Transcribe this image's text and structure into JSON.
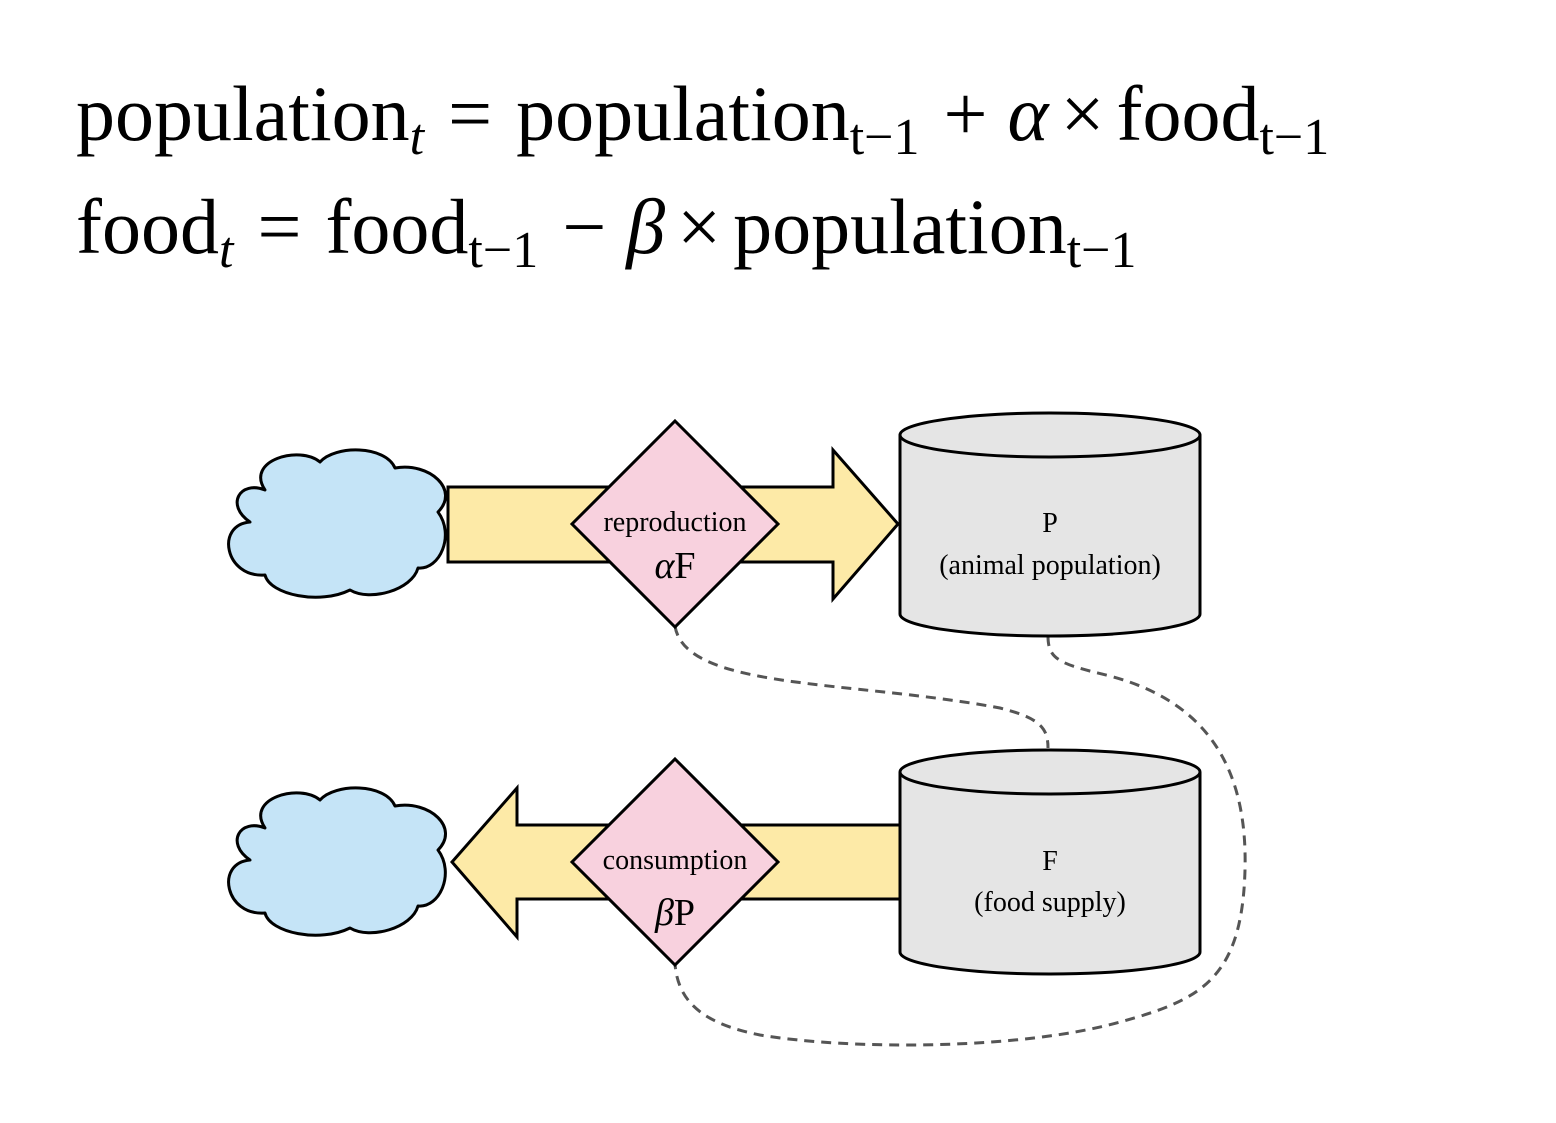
{
  "equations": {
    "eq1": {
      "lhs_var": "population",
      "lhs_sub": "t",
      "equals": "=",
      "rhs_var1": "population",
      "rhs_sub1": "t−1",
      "op": "+",
      "coef": "α",
      "times": "×",
      "rhs_var2": "food",
      "rhs_sub2": "t−1"
    },
    "eq2": {
      "lhs_var": "food",
      "lhs_sub": "t",
      "equals": "=",
      "rhs_var1": "food",
      "rhs_sub1": "t−1",
      "op": "−",
      "coef": "β",
      "times": "×",
      "rhs_var2": "population",
      "rhs_sub2": "t−1"
    }
  },
  "flows": {
    "reproduction": {
      "name": "reproduction",
      "rate_symbol": "α",
      "rate_var": "F"
    },
    "consumption": {
      "name": "consumption",
      "rate_symbol": "β",
      "rate_var": "P"
    }
  },
  "stocks": {
    "population": {
      "symbol": "P",
      "description": "(animal population)"
    },
    "food": {
      "symbol": "F",
      "description": "(food supply)"
    }
  },
  "colors": {
    "cloud_fill": "#c5e4f7",
    "arrow_fill": "#fdeaa7",
    "valve_fill": "#f8d1de",
    "stock_fill": "#e5e5e5",
    "link_stroke": "#555555",
    "outline": "#000000"
  },
  "icons": {
    "source": "cloud-icon",
    "sink": "cloud-icon"
  }
}
